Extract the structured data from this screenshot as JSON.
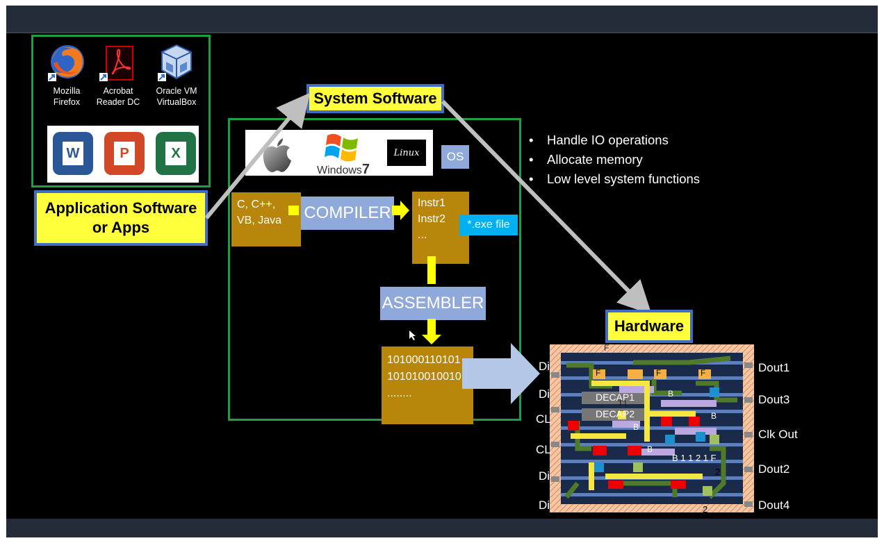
{
  "app_icons": [
    {
      "icon": "firefox-icon",
      "label": "Mozilla\nFirefox"
    },
    {
      "icon": "acrobat-icon",
      "label": "Acrobat\nReader DC"
    },
    {
      "icon": "virtualbox-icon",
      "label": "Oracle VM\nVirtualBox"
    }
  ],
  "office_icons": [
    {
      "icon": "word-icon",
      "letter": "W",
      "color": "#2b5797"
    },
    {
      "icon": "powerpoint-icon",
      "letter": "P",
      "color": "#d24726"
    },
    {
      "icon": "excel-icon",
      "letter": "X",
      "color": "#217346"
    }
  ],
  "labels": {
    "application_software": "Application Software\nor Apps",
    "system_software": "System Software",
    "hardware": "Hardware"
  },
  "os": {
    "windows_text": "Windows",
    "windows_version": "7",
    "linux_text": "Linux",
    "os_label": "OS"
  },
  "pipeline": {
    "languages": "C, C++,\nVB, Java",
    "compiler": "COMPILER",
    "instructions": "Instr1\nInstr2\n...",
    "exe": "*.exe file",
    "assembler": "ASSEMBLER",
    "binary": "101000110101\n101010010010\n........"
  },
  "bullets": [
    "Handle IO operations",
    "Allocate memory",
    "Low level system functions"
  ],
  "chip": {
    "left_pins": [
      "Di",
      "Di",
      "CL",
      "CL",
      "Di",
      "Di"
    ],
    "right_pins": [
      "Dout1",
      "Dout3",
      "Clk Out",
      "Dout2",
      "Dout4"
    ],
    "cells": [
      "DECAP1",
      "DECAP2"
    ],
    "cell_text": [
      "F",
      "F",
      "F",
      "F",
      "B",
      "B",
      "B",
      "B",
      "2",
      "2",
      "B 1 1 2 1 F",
      "T1"
    ]
  },
  "colors": {
    "background": "#000000",
    "green_border": "#1e9e3e",
    "label_yellow": "#ffff3b",
    "label_border": "#3f6ec4",
    "gold_box": "#b8860b",
    "periwinkle_box": "#8fa9db",
    "cyan_box": "#00b0f0",
    "arrow_yellow": "#ffff00",
    "arrow_gray": "#bfbfbf",
    "arrow_lightblue": "#b4c7e7"
  }
}
